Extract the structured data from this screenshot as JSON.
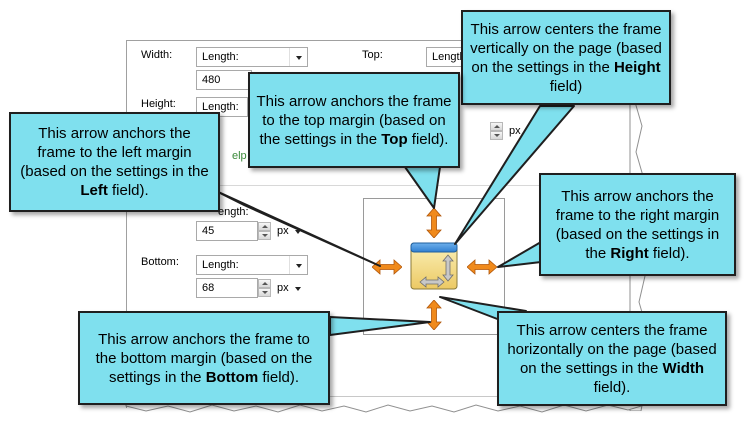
{
  "dialog": {
    "width_label": "Width:",
    "width_type": "Length:",
    "width_value": "480",
    "height_label": "Height:",
    "height_type": "Length:",
    "top_label": "Top:",
    "top_type": "Length:",
    "help_fragment": "elp",
    "left_type_fragment": "ength:",
    "left_value": "45",
    "left_unit": "px",
    "top_unit": "px",
    "bottom_label": "Bottom:",
    "bottom_type": "Length:",
    "bottom_value": "68",
    "bottom_unit": "px"
  },
  "callouts": {
    "center_vertical": {
      "before": "This arrow centers the frame vertically on the page (based on the settings in the ",
      "bold": "Height",
      "after": " field)"
    },
    "top": {
      "before": "This arrow anchors the frame to the top margin (based on the settings in the ",
      "bold": "Top",
      "after": " field)."
    },
    "left": {
      "before": "This arrow anchors the frame to the left margin (based on the settings in the ",
      "bold": "Left",
      "after": " field)."
    },
    "right": {
      "before": "This arrow anchors the frame to the right margin (based on the settings in the ",
      "bold": "Right",
      "after": " field)."
    },
    "bottom": {
      "before": "This arrow anchors the frame to the bottom margin (based on the settings in the ",
      "bold": "Bottom",
      "after": " field)."
    },
    "center_horizontal": {
      "before": "This arrow centers the frame horizontally on the page (based on the settings in the ",
      "bold": "Width",
      "after": " field)."
    }
  },
  "colors": {
    "callout_fill": "#7fe0ee",
    "anchor_arrow": "#f08a1c",
    "icon_titlebar": "#2f7fd0",
    "icon_body": "#f4e08a"
  }
}
